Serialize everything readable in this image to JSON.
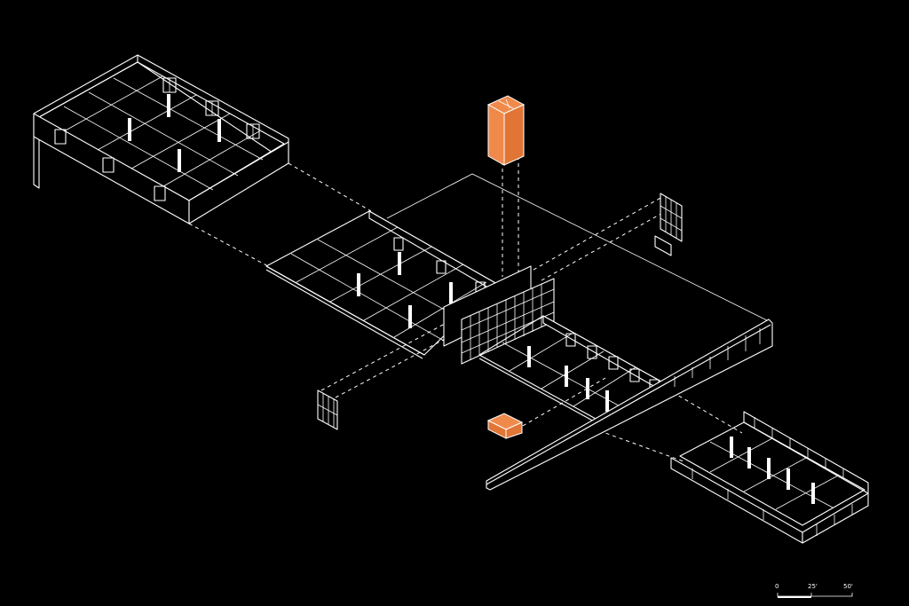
{
  "accent_color": "#f08a4b",
  "background_color": "#000000",
  "line_color": "#ffffff",
  "scale_bar": {
    "labels": [
      "0",
      "25'",
      "50'"
    ]
  }
}
